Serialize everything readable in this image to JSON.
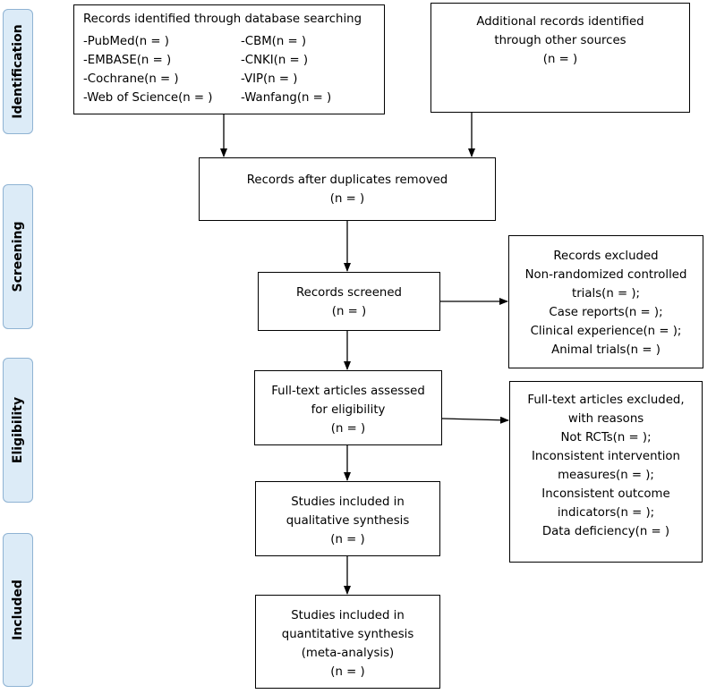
{
  "phases": {
    "identification": "Identification",
    "screening": "Screening",
    "eligibility": "Eligibility",
    "included": "Included"
  },
  "database_box": {
    "title": "Records identified through database searching",
    "left_items": [
      "-PubMed(n =   )",
      "-EMBASE(n =   )",
      "-Cochrane(n =   )",
      "-Web of Science(n =   )"
    ],
    "right_items": [
      "-CBM(n =   )",
      "-CNKI(n =   )",
      "-VIP(n =   )",
      "-Wanfang(n =   )"
    ]
  },
  "other_sources_box": {
    "lines": [
      "Additional records identified",
      "through other sources",
      "(n =   )"
    ]
  },
  "duplicates_box": {
    "lines": [
      "Records after duplicates removed",
      "(n =   )"
    ]
  },
  "screened_box": {
    "lines": [
      "Records screened",
      "(n =   )"
    ]
  },
  "excluded_box": {
    "lines": [
      "Records excluded",
      "Non-randomized controlled",
      "trials(n =   );",
      "Case reports(n =   );",
      "Clinical experience(n =   );",
      "Animal trials(n =   )"
    ]
  },
  "fulltext_box": {
    "lines": [
      "Full-text articles assessed",
      "for eligibility",
      "(n =   )"
    ]
  },
  "fulltext_excluded_box": {
    "lines": [
      "Full-text articles excluded,",
      "with reasons",
      "Not RCTs(n =   );",
      "Inconsistent intervention",
      "measures(n =   );",
      "Inconsistent outcome",
      "indicators(n =   );",
      "Data deficiency(n =   )"
    ]
  },
  "qualitative_box": {
    "lines": [
      "Studies included in",
      "qualitative synthesis",
      "(n =   )"
    ]
  },
  "quantitative_box": {
    "lines": [
      "Studies included in",
      "quantitative synthesis",
      "(meta-analysis)",
      "(n =   )"
    ]
  }
}
